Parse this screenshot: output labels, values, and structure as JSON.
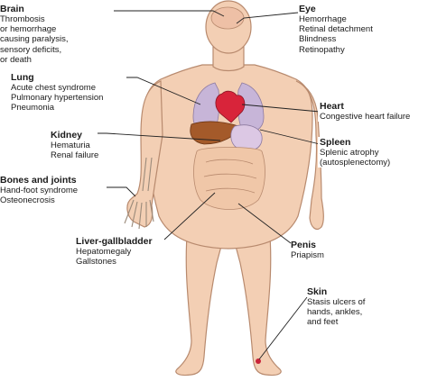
{
  "labels": {
    "brain": {
      "title": "Brain",
      "lines": [
        "Thrombosis",
        "or hemorrhage",
        "causing paralysis,",
        "sensory deficits,",
        "or death"
      ]
    },
    "eye": {
      "title": "Eye",
      "lines": [
        "Hemorrhage",
        "Retinal detachment",
        "Blindness",
        "Retinopathy"
      ]
    },
    "lung": {
      "title": "Lung",
      "lines": [
        "Acute chest syndrome",
        "Pulmonary hypertension",
        "Pneumonia"
      ]
    },
    "heart": {
      "title": "Heart",
      "lines": [
        "Congestive heart failure"
      ]
    },
    "kidney": {
      "title": "Kidney",
      "lines": [
        "Hematuria",
        "Renal failure"
      ]
    },
    "spleen": {
      "title": "Spleen",
      "lines": [
        "Splenic atrophy",
        "(autosplenectomy)"
      ]
    },
    "bones": {
      "title": "Bones and joints",
      "lines": [
        "Hand-foot syndrome",
        "Osteonecrosis"
      ]
    },
    "liver": {
      "title": "Liver-gallbladder",
      "lines": [
        "Hepatomegaly",
        "Gallstones"
      ]
    },
    "penis": {
      "title": "Penis",
      "lines": [
        "Priapism"
      ]
    },
    "skin": {
      "title": "Skin",
      "lines": [
        "Stasis ulcers of",
        "hands, ankles,",
        "and feet"
      ]
    }
  },
  "colors": {
    "skin": "#f3cfb4",
    "skin_edge": "#b88a6e",
    "lung": "#c7b5d8",
    "heart": "#d8243a",
    "liver": "#a45a2a",
    "stomach": "#dcc8e4",
    "intestine": "#f0c7a8",
    "leader": "#222222"
  }
}
